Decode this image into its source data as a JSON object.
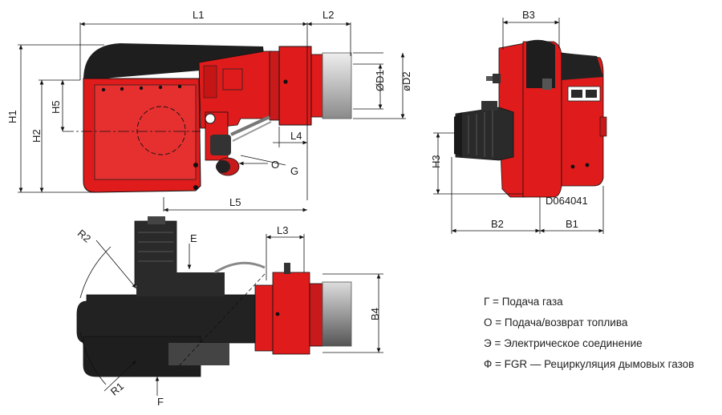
{
  "drawing_number": "D064041",
  "dimensions": {
    "L1": "L1",
    "L2": "L2",
    "L3": "L3",
    "L4": "L4",
    "L5": "L5",
    "H1": "H1",
    "H2": "H2",
    "H3": "H3",
    "H5": "H5",
    "D1": "ØD1",
    "D2": "øD2",
    "B1": "B1",
    "B2": "B2",
    "B3": "B3",
    "B4": "B4",
    "R1": "R1",
    "R2": "R2"
  },
  "connection_markers": {
    "O": "O",
    "G": "G",
    "E": "E",
    "F": "F"
  },
  "legend": [
    "Г = Подача газа",
    "О = Подача/возврат топлива",
    "Э = Электрическое соединение",
    "Ф = FGR — Рециркуляция дымовых газов"
  ],
  "colors": {
    "body_red": "#e01b1b",
    "dark": "#222222",
    "grey": "#c8c8c8",
    "line": "#111111"
  }
}
